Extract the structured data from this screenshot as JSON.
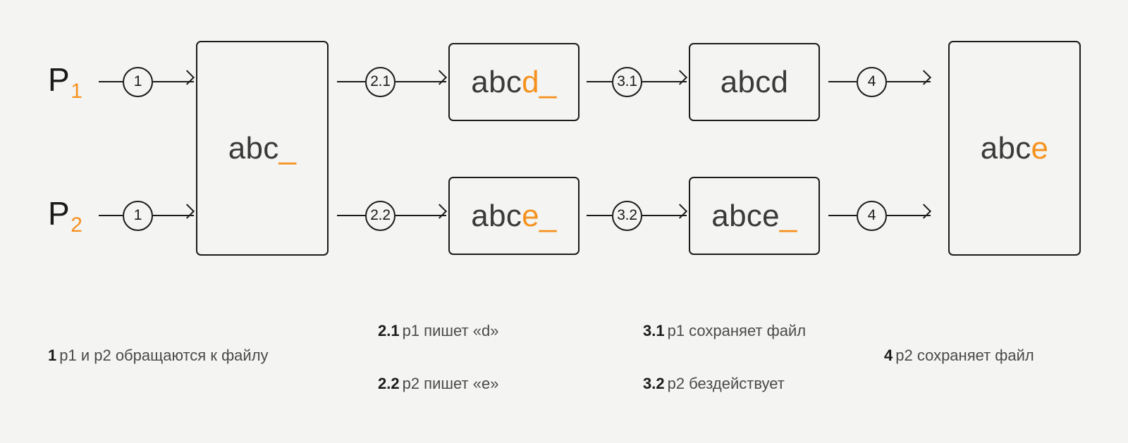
{
  "colors": {
    "background": "#f4f4f3",
    "stroke": "#1b1b1b",
    "text": "#3a3a3a",
    "accent": "#f5921e"
  },
  "processes": [
    {
      "name": "P",
      "subscript": "1"
    },
    {
      "name": "P",
      "subscript": "2"
    }
  ],
  "connectors": [
    {
      "id": "c1-top",
      "label": "1"
    },
    {
      "id": "c1-bot",
      "label": "1"
    },
    {
      "id": "c2-top",
      "label": "2.1"
    },
    {
      "id": "c2-bot",
      "label": "2.2"
    },
    {
      "id": "c3-top",
      "label": "3.1"
    },
    {
      "id": "c3-bot",
      "label": "3.2"
    },
    {
      "id": "c4-top",
      "label": "4"
    },
    {
      "id": "c4-bot",
      "label": "4"
    }
  ],
  "boxes": [
    {
      "id": "file-initial",
      "plain": "abc",
      "accent": "_"
    },
    {
      "id": "file-p1-edit",
      "plain": "abc",
      "accent": "d_"
    },
    {
      "id": "file-p2-edit",
      "plain": "abc",
      "accent": "e_"
    },
    {
      "id": "file-p1-saved",
      "plain": "abcd",
      "accent": ""
    },
    {
      "id": "file-p2-pending",
      "plain": "abce",
      "accent": "_"
    },
    {
      "id": "file-final",
      "plain": "abc",
      "accent": "e"
    }
  ],
  "legend": [
    {
      "key": "1",
      "text": "p1 и p2 обращаются к файлу"
    },
    {
      "key": "2.1",
      "text": "p1 пишет «d»"
    },
    {
      "key": "2.2",
      "text": "p2 пишет «e»"
    },
    {
      "key": "3.1",
      "text": "p1 сохраняет файл"
    },
    {
      "key": "3.2",
      "text": "p2 бездействует"
    },
    {
      "key": "4",
      "text": "p2 сохраняет файл"
    }
  ]
}
